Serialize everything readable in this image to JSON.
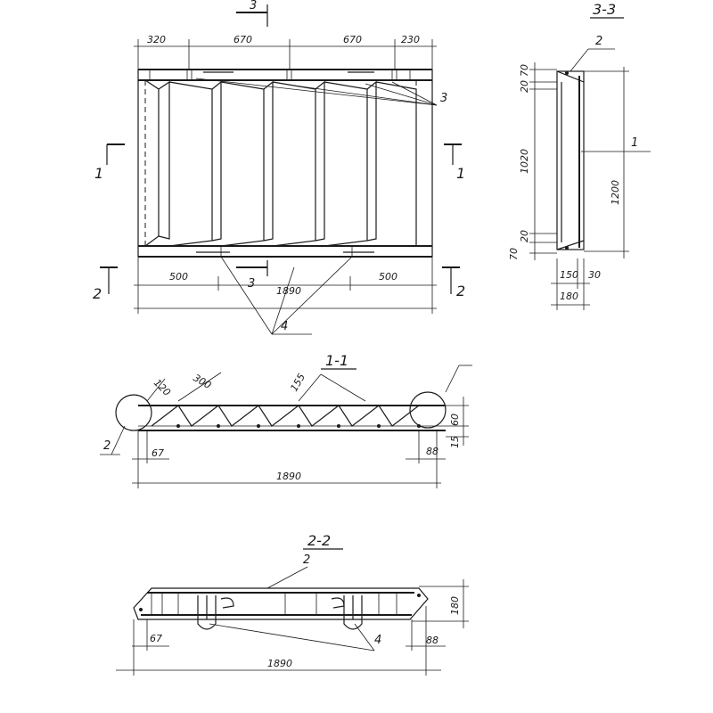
{
  "plan": {
    "dims_top": [
      "320",
      "670",
      "670",
      "230"
    ],
    "dims_bottom": [
      "500",
      "1890",
      "500"
    ],
    "callouts": [
      "3",
      "4"
    ],
    "section_marks": {
      "s1": "1",
      "s2": "2",
      "s3": "3"
    }
  },
  "section_3_3": {
    "title": "3-3",
    "dims_vertical": [
      "70",
      "20",
      "1020",
      "20",
      "70",
      "1200"
    ],
    "dims_horizontal": [
      "150",
      "30",
      "180"
    ],
    "callouts": [
      "2",
      "1"
    ]
  },
  "section_1_1": {
    "title": "1-1",
    "dims_top": [
      "120",
      "300",
      "155"
    ],
    "dims_right": [
      "60",
      "15"
    ],
    "dims_bottom": [
      "67",
      "88",
      "1890"
    ],
    "callouts": [
      "2"
    ]
  },
  "section_2_2": {
    "title": "2-2",
    "dims_right": [
      "180"
    ],
    "dims_bottom": [
      "67",
      "88",
      "1890"
    ],
    "callouts": [
      "2",
      "4"
    ]
  }
}
